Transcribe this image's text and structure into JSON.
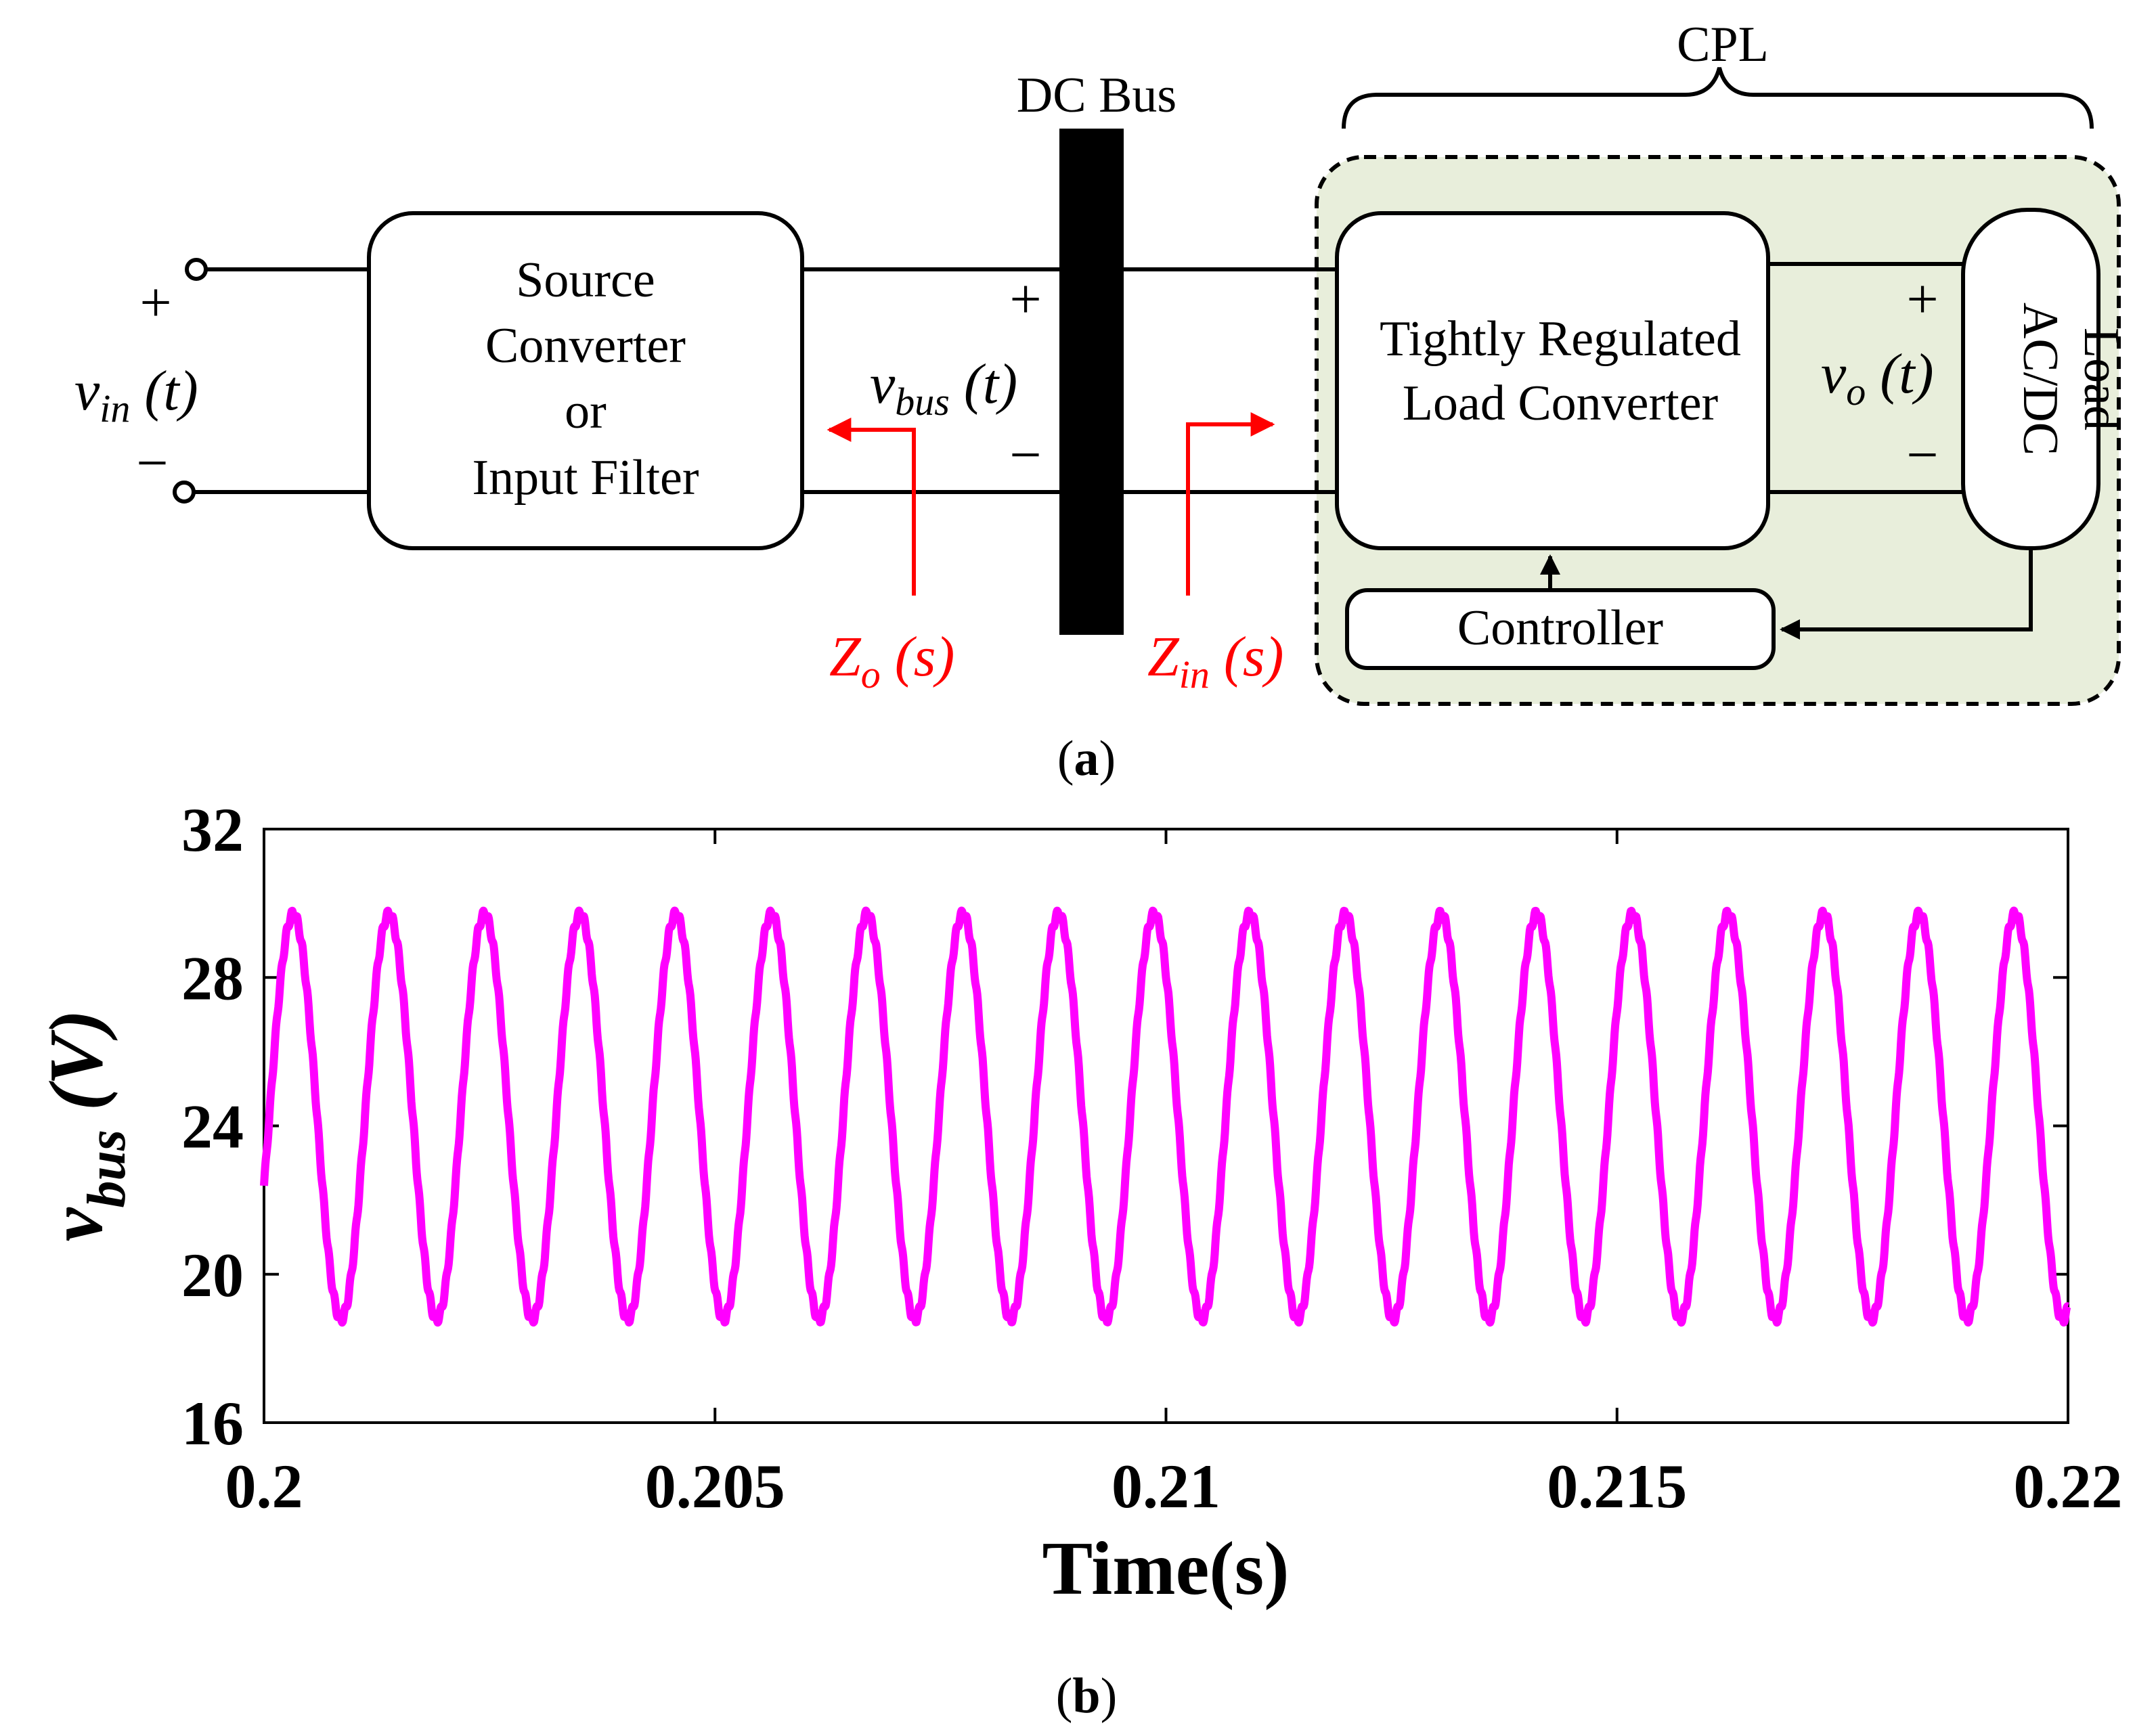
{
  "panel_a": {
    "caption": "(a)",
    "caption_letter": "a",
    "dc_bus_label": "DC Bus",
    "cpl_label": "CPL",
    "source_box": [
      "Source",
      "Converter",
      "or",
      "Input Filter"
    ],
    "load_converter_box": [
      "Tightly Regulated",
      "Load Converter"
    ],
    "controller_label": "Controller",
    "load_box": [
      "AC/DC",
      "Load"
    ],
    "vin": {
      "base": "v",
      "sub": "in",
      "suffix": " (t)"
    },
    "vbus": {
      "base": "v",
      "sub": "bus",
      "suffix": " (t)"
    },
    "vo": {
      "base": "v",
      "sub": "o",
      "suffix": " (t)"
    },
    "zo": {
      "base": "Z",
      "sub": "o",
      "suffix": " (s)"
    },
    "zin": {
      "base": "Z",
      "sub": "in",
      "suffix": " (s)"
    },
    "plus": "+",
    "minus": "−",
    "colors": {
      "impedance_arrows": "#ff0000",
      "cpl_fill": "#e8eedb"
    }
  },
  "panel_b": {
    "caption": "(b)",
    "caption_letter": "b",
    "ylabel": {
      "base": "v",
      "sub": "bus",
      "suffix": " (V)"
    },
    "xlabel": "Time(s)"
  },
  "chart_data": {
    "type": "line",
    "xlabel": "Time(s)",
    "ylabel": "v_bus (V)",
    "xlim": [
      0.2,
      0.22
    ],
    "ylim": [
      16,
      32
    ],
    "xticks": [
      0.2,
      0.205,
      0.21,
      0.215,
      0.22
    ],
    "xtick_labels": [
      "0.2",
      "0.205",
      "0.21",
      "0.215",
      "0.22"
    ],
    "yticks": [
      16,
      20,
      24,
      28,
      32
    ],
    "ytick_labels": [
      "16",
      "20",
      "24",
      "28",
      "32"
    ],
    "grid": false,
    "line_color": "#ff00ff",
    "series": [
      {
        "x_start": 0.2,
        "x_end": 0.22,
        "frequency_hz": 943,
        "mean_v": 24.25,
        "peak_v": 29.7,
        "trough_v": 18.8,
        "phase_at_start_deg": -20
      }
    ]
  }
}
